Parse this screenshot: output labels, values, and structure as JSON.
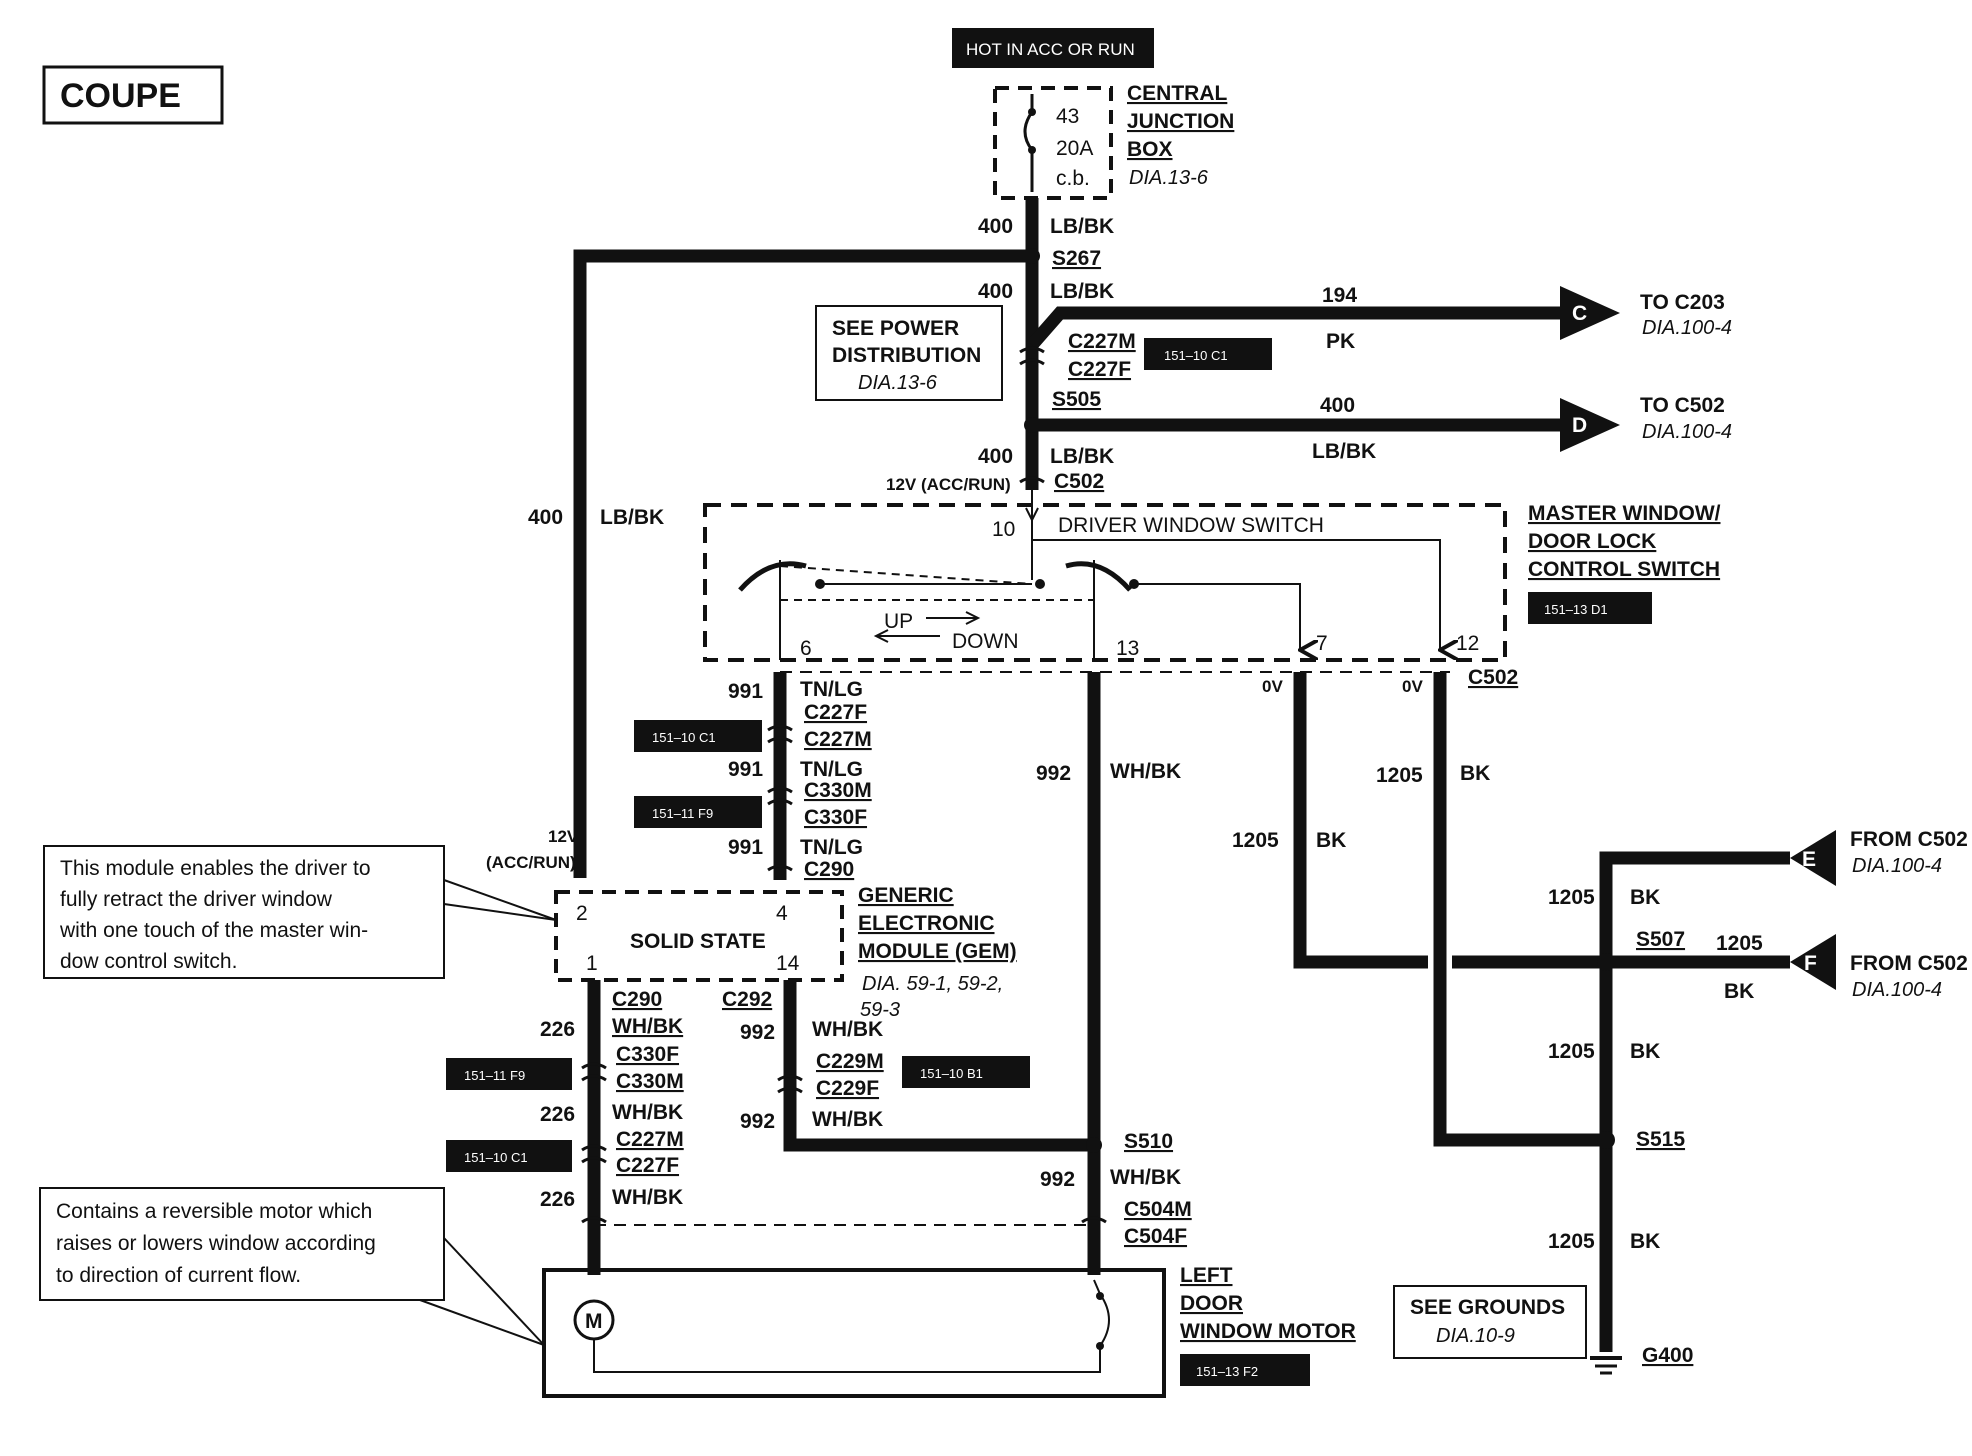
{
  "variant": "COUPE",
  "power_header": "HOT IN ACC OR RUN",
  "cjb": {
    "fuse_number": "43",
    "fuse_rating": "20A",
    "fuse_type": "c.b.",
    "name1": "CENTRAL",
    "name2": "JUNCTION",
    "name3": "BOX",
    "ref": "DIA.13-6"
  },
  "wires": {
    "w400": "400",
    "lbbk": "LB/BK",
    "w194": "194",
    "pk": "PK",
    "w991": "991",
    "tnlg": "TN/LG",
    "w992": "992",
    "whbk": "WH/BK",
    "w1205": "1205",
    "bk": "BK",
    "w226": "226"
  },
  "splices": {
    "s267": "S267",
    "s505": "S505",
    "s510": "S510",
    "s507": "S507",
    "s515": "S515"
  },
  "connectors": {
    "c227m": "C227M",
    "c227f": "C227F",
    "c502": "C502",
    "c330m": "C330M",
    "c330f": "C330F",
    "c290": "C290",
    "c292": "C292",
    "c229m": "C229M",
    "c229f": "C229F",
    "c504m": "C504M",
    "c504f": "C504F"
  },
  "refs": {
    "r151_10_c1": "151–10 C1",
    "r151_11_f9": "151–11 F9",
    "r151_13_d1": "151–13 D1",
    "r151_10_b1": "151–10 B1",
    "r151_13_f2": "151–13 F2"
  },
  "power_dist": {
    "line1": "SEE POWER",
    "line2": "DISTRIBUTION",
    "ref": "DIA.13-6"
  },
  "to_c203": {
    "letter": "C",
    "label": "TO C203",
    "ref": "DIA.100-4"
  },
  "to_c502": {
    "letter": "D",
    "label": "TO C502",
    "ref": "DIA.100-4"
  },
  "from_e": {
    "letter": "E",
    "label": "FROM C502",
    "ref": "DIA.100-4"
  },
  "from_f": {
    "letter": "F",
    "label": "FROM C502",
    "ref": "DIA.100-4"
  },
  "voltage": {
    "acc_run_12v": "12V (ACC/RUN)",
    "v12": "12V",
    "acc_run": "(ACC/RUN)",
    "zero": "0V"
  },
  "switch": {
    "title": "DRIVER WINDOW SWITCH",
    "up": "UP",
    "down": "DOWN",
    "pin10": "10",
    "pin6": "6",
    "pin13": "13",
    "pin7": "7",
    "pin12": "12",
    "master1": "MASTER WINDOW/",
    "master2": "DOOR LOCK",
    "master3": "CONTROL SWITCH"
  },
  "gem": {
    "label": "SOLID STATE",
    "pin2": "2",
    "pin4": "4",
    "pin1": "1",
    "pin14": "14",
    "name1": "GENERIC",
    "name2": "ELECTRONIC",
    "name3": "MODULE (GEM)",
    "ref1": "DIA. 59-1, 59-2,",
    "ref2": "59-3"
  },
  "motor": {
    "symbol": "M",
    "name1": "LEFT",
    "name2": "DOOR",
    "name3": "WINDOW MOTOR"
  },
  "grounds": {
    "line1": "SEE GROUNDS",
    "ref": "DIA.10-9",
    "g400": "G400"
  },
  "callouts": {
    "gem": [
      "This module enables the driver to",
      "fully retract the driver window",
      "with one touch of the master win-",
      "dow control switch."
    ],
    "motor": [
      "Contains a reversible motor which",
      "raises or lowers window according",
      "to direction of current flow."
    ]
  }
}
